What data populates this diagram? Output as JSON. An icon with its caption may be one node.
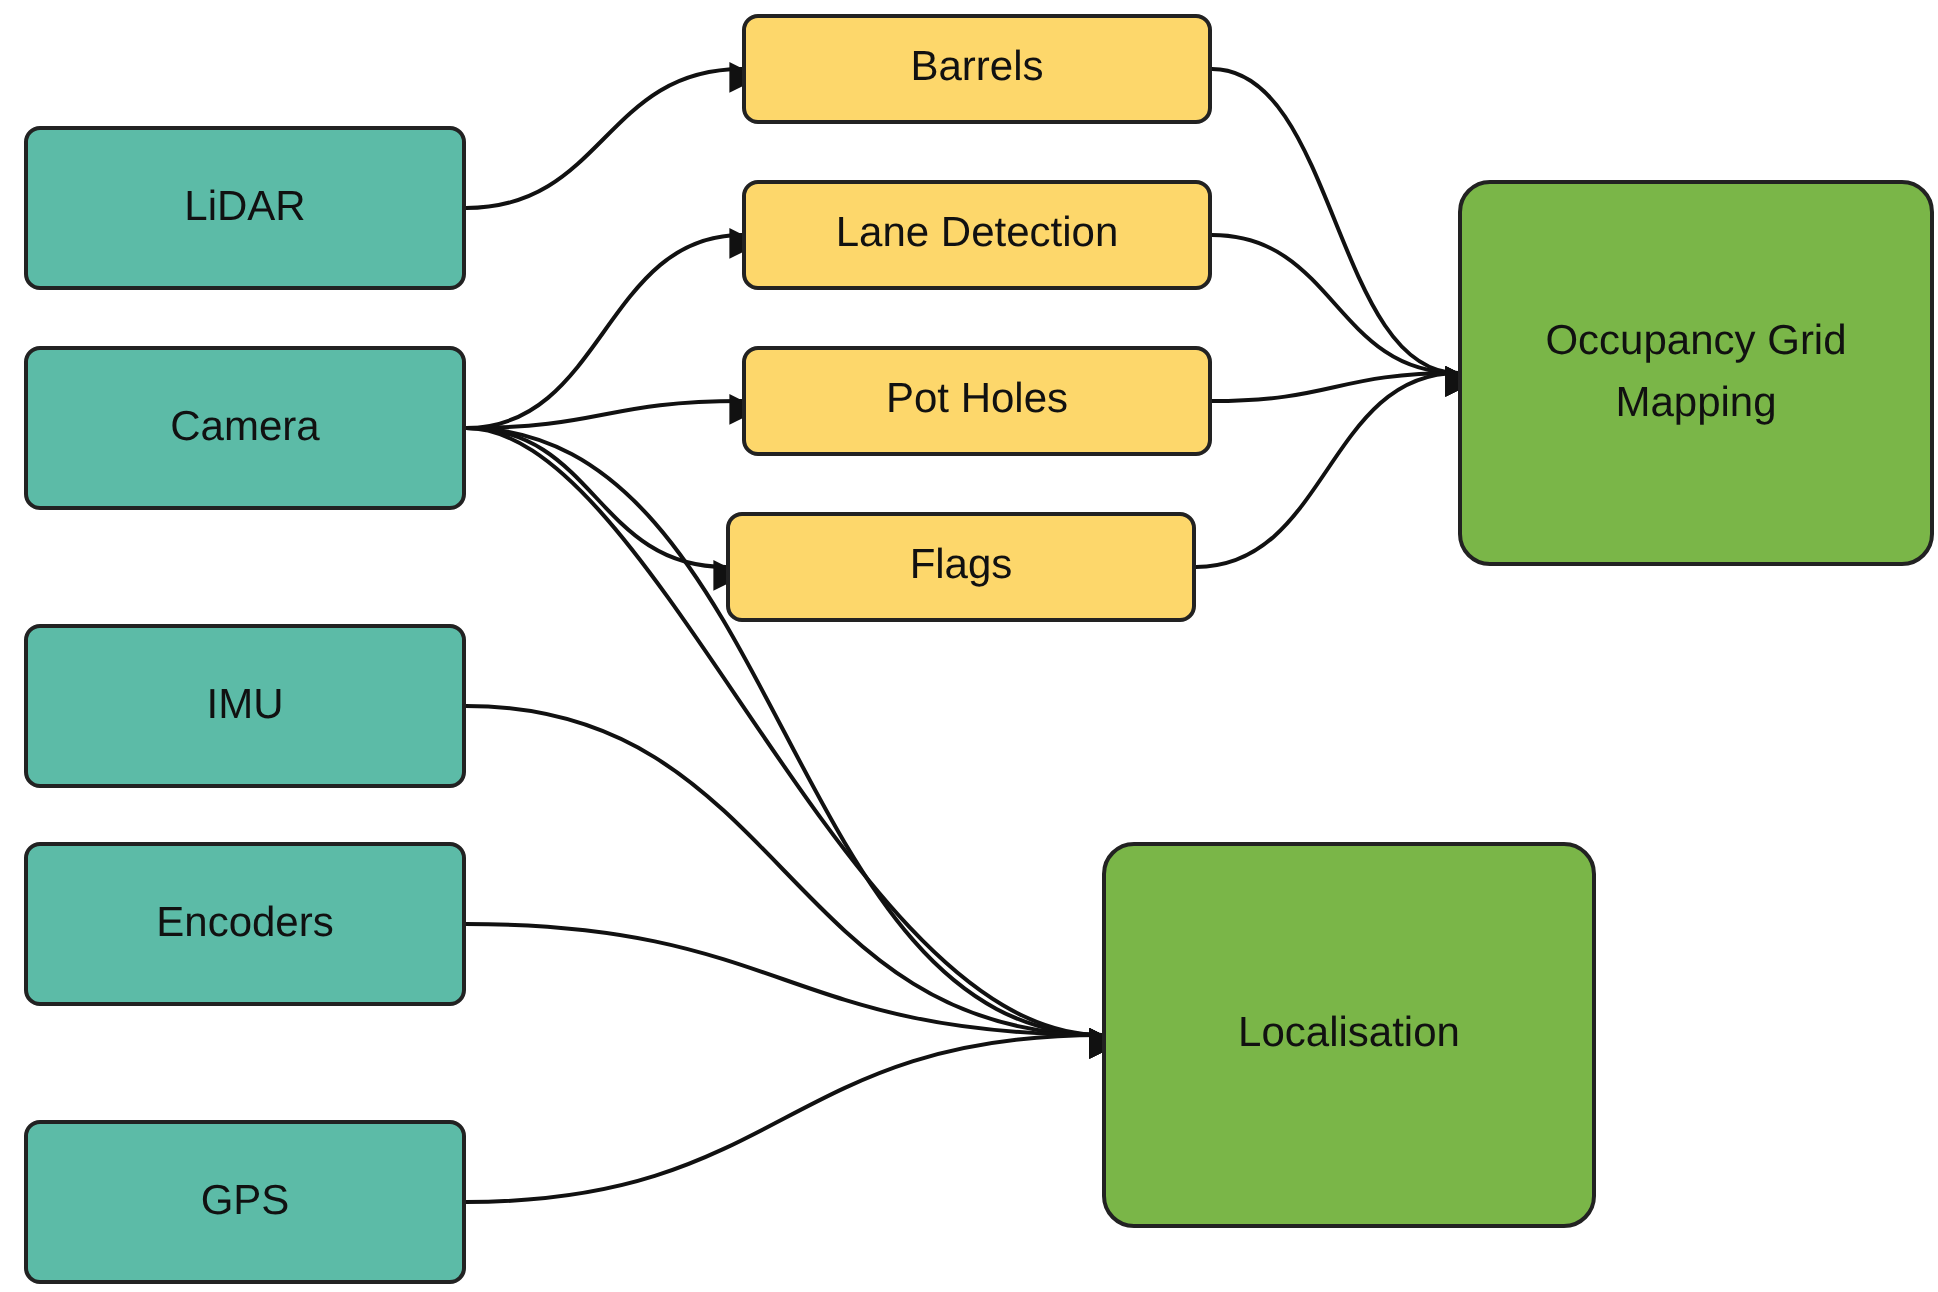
{
  "diagram": {
    "nodes": [
      {
        "text": [
          "LiDAR"
        ]
      },
      {
        "text": [
          "Camera"
        ]
      },
      {
        "text": [
          "IMU"
        ]
      },
      {
        "text": [
          "Encoders"
        ]
      },
      {
        "text": [
          "GPS"
        ]
      },
      {
        "text": [
          "Barrels"
        ]
      },
      {
        "text": [
          "Lane Detection"
        ]
      },
      {
        "text": [
          "Pot Holes"
        ]
      },
      {
        "text": [
          "Flags"
        ]
      },
      {
        "text": [
          "Occupancy Grid Mapping"
        ]
      },
      {
        "text": [
          "Localisation"
        ]
      }
    ],
    "edges": [
      {
        "from": 0,
        "to": 5,
        "arrow": "to"
      },
      {
        "from": 1,
        "to": 6,
        "arrow": "to"
      },
      {
        "from": 1,
        "to": 7,
        "arrow": "to"
      },
      {
        "from": 1,
        "to": 8,
        "arrow": "to"
      },
      {
        "from": 1,
        "to": 10,
        "arrow": "to"
      },
      {
        "from": 1,
        "to": 10,
        "arrow": "to"
      },
      {
        "from": 5,
        "to": 9,
        "arrow": "to"
      },
      {
        "from": 6,
        "to": 9,
        "arrow": "to"
      },
      {
        "from": 7,
        "to": 9,
        "arrow": "to"
      },
      {
        "from": 8,
        "to": 9,
        "arrow": "to"
      },
      {
        "from": 2,
        "to": 10,
        "arrow": "to"
      },
      {
        "from": 3,
        "to": 10,
        "arrow": "to"
      },
      {
        "from": 4,
        "to": 10,
        "arrow": "to"
      }
    ]
  }
}
